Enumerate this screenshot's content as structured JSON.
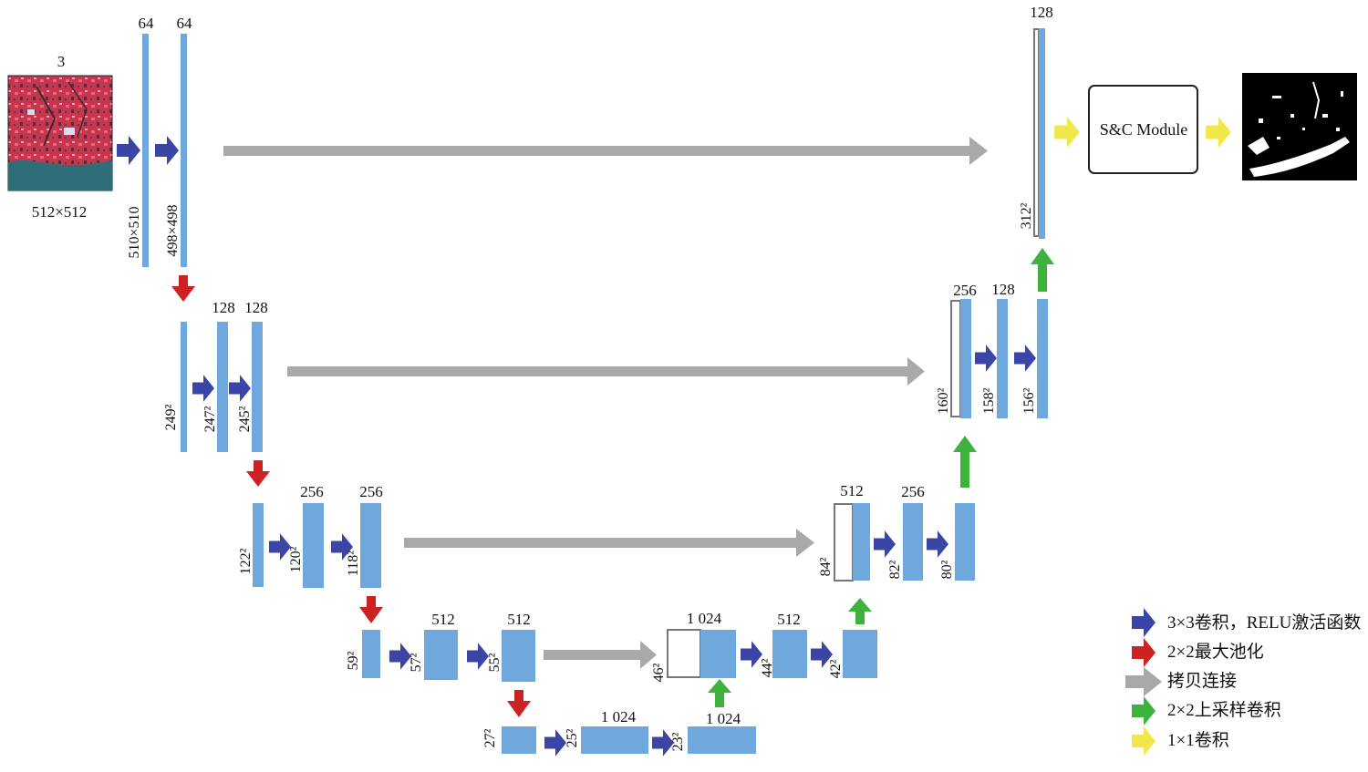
{
  "colors": {
    "feature_map": "#6FA8DC",
    "copied_map_border": "#777777",
    "conv_arrow": "#3B45A6",
    "pool_arrow": "#CC2222",
    "copy_arrow": "#A9A9A9",
    "upconv_arrow": "#3DB33D",
    "final_conv_arrow": "#F0E84A",
    "input_image": "#C8354F",
    "output_image": "#000000"
  },
  "input": {
    "channels": "3",
    "size": "512×512"
  },
  "module": {
    "label": "S&C Module"
  },
  "level1": {
    "ch_a": "64",
    "ch_b": "64",
    "size_a": "510×510",
    "size_b": "498×498",
    "dec_ch": "128",
    "dec_size": "312²"
  },
  "level2": {
    "ch_a": "128",
    "ch_b": "128",
    "size_in": "249²",
    "size_a": "247²",
    "size_b": "245²",
    "dec_ch_a": "256",
    "dec_ch_b": "128",
    "dec_size_in": "160²",
    "dec_size_a": "158²",
    "dec_size_b": "156²"
  },
  "level3": {
    "ch_a": "256",
    "ch_b": "256",
    "size_in": "122²",
    "size_a": "120²",
    "size_b": "118²",
    "dec_ch_a": "512",
    "dec_ch_b": "256",
    "dec_size_in": "84²",
    "dec_size_a": "82²",
    "dec_size_b": "80²"
  },
  "level4": {
    "ch_a": "512",
    "ch_b": "512",
    "size_in": "59²",
    "size_a": "57²",
    "size_b": "55²",
    "dec_ch_a": "1 024",
    "dec_ch_b": "512",
    "dec_size_in": "46²",
    "dec_size_a": "44²",
    "dec_size_b": "42²"
  },
  "level5": {
    "ch_a": "1 024",
    "ch_b": "1 024",
    "size_in": "27²",
    "size_a": "25²",
    "size_b": "23²"
  },
  "legend": [
    {
      "icon": "blue-arrow-icon",
      "label": "3×3卷积，RELU激活函数"
    },
    {
      "icon": "red-arrow-icon",
      "label": "2×2最大池化"
    },
    {
      "icon": "gray-arrow-icon",
      "label": "拷贝连接"
    },
    {
      "icon": "green-arrow-icon",
      "label": "2×2上采样卷积"
    },
    {
      "icon": "yellow-arrow-icon",
      "label": "1×1卷积"
    }
  ]
}
